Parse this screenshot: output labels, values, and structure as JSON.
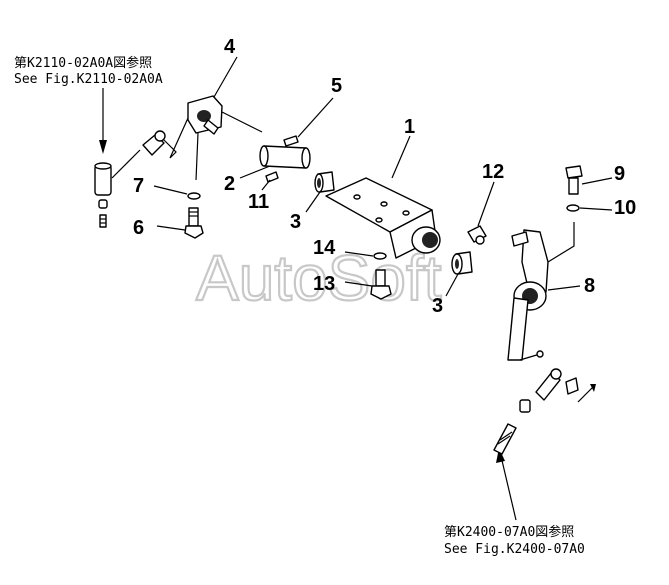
{
  "references": {
    "top_left": {
      "line1": "第K2110-02A0A図参照",
      "line2": "See Fig.K2110-02A0A"
    },
    "bottom_right": {
      "line1": "第K2400-07A0図参照",
      "line2": "See Fig.K2400-07A0"
    }
  },
  "watermark": "AutoSoft",
  "callouts": {
    "c1": "1",
    "c2": "2",
    "c3a": "3",
    "c3b": "3",
    "c4": "4",
    "c5": "5",
    "c6": "6",
    "c7": "7",
    "c8": "8",
    "c9": "9",
    "c10": "10",
    "c11": "11",
    "c12": "12",
    "c13": "13",
    "c14": "14"
  }
}
